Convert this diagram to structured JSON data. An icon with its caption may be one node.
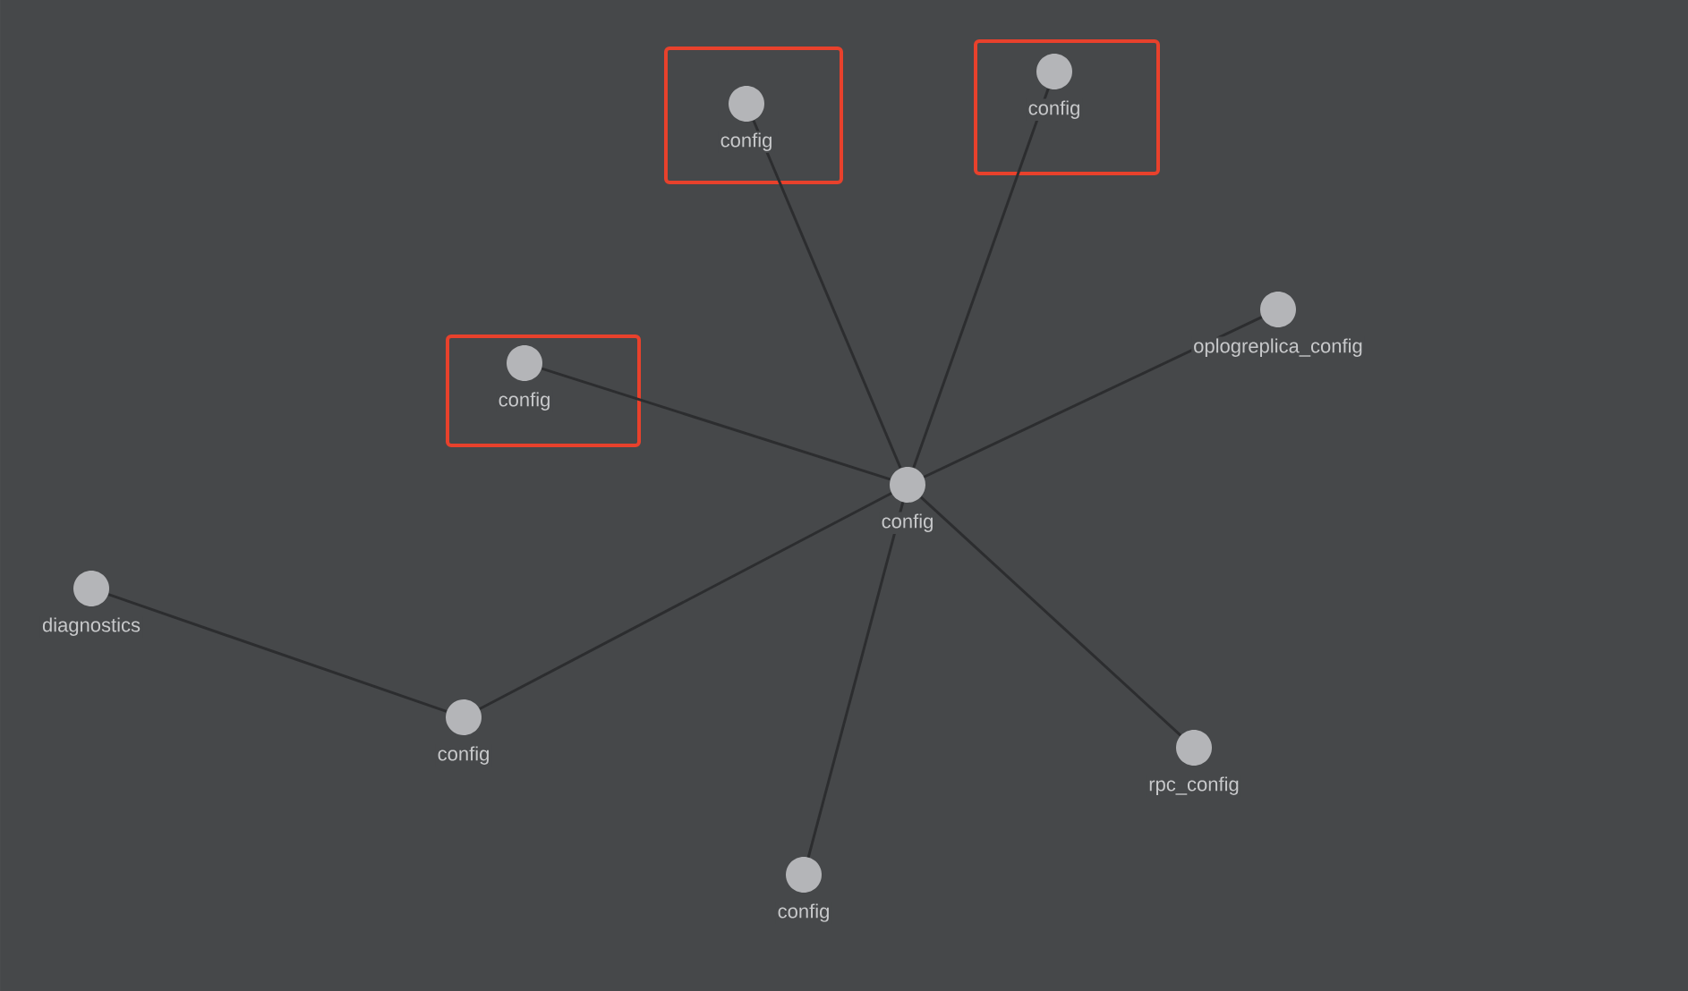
{
  "diagram": {
    "nodes": [
      {
        "text": [
          "config"
        ]
      },
      {
        "text": [
          "config"
        ]
      },
      {
        "text": [
          "oplogreplica_config"
        ]
      },
      {
        "text": [
          "config"
        ]
      },
      {
        "text": [
          "config"
        ]
      },
      {
        "text": [
          "diagnostics"
        ]
      },
      {
        "text": [
          "config"
        ]
      },
      {
        "text": [
          "rpc_config"
        ]
      },
      {
        "text": [
          "config"
        ]
      }
    ],
    "edges": [
      {
        "from": 4,
        "to": 0,
        "arrow": "none"
      },
      {
        "from": 4,
        "to": 1,
        "arrow": "none"
      },
      {
        "from": 4,
        "to": 2,
        "arrow": "none"
      },
      {
        "from": 4,
        "to": 3,
        "arrow": "none"
      },
      {
        "from": 4,
        "to": 6,
        "arrow": "none"
      },
      {
        "from": 4,
        "to": 8,
        "arrow": "none"
      },
      {
        "from": 4,
        "to": 7,
        "arrow": "none"
      },
      {
        "from": 6,
        "to": 5,
        "arrow": "none"
      }
    ]
  }
}
